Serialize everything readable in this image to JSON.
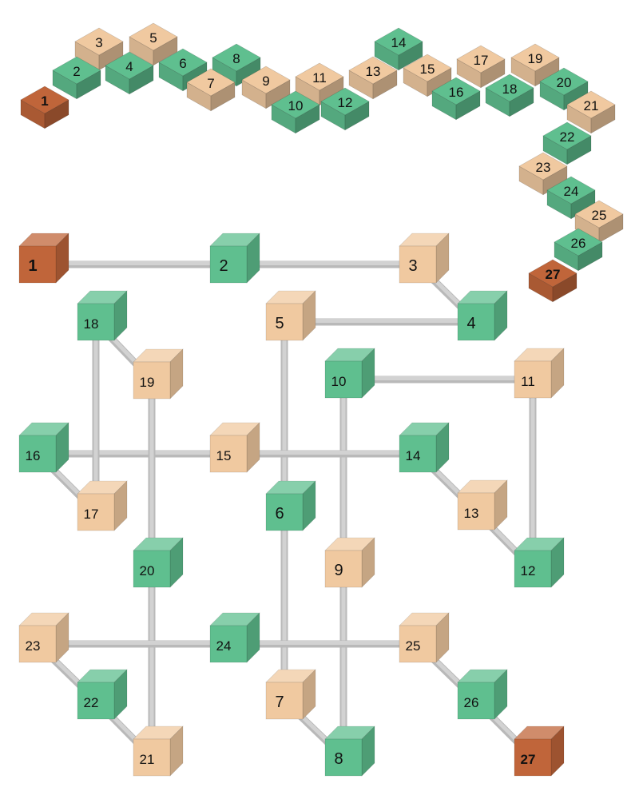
{
  "colors": {
    "green": "#5fbf8f",
    "tan": "#f0c9a0",
    "end": "#c0653a",
    "rod": "#d2d2d2",
    "background": "#ffffff"
  },
  "chain": {
    "cubes": [
      {
        "label": "1",
        "color": "end"
      },
      {
        "label": "2",
        "color": "green"
      },
      {
        "label": "3",
        "color": "tan"
      },
      {
        "label": "4",
        "color": "green"
      },
      {
        "label": "5",
        "color": "tan"
      },
      {
        "label": "6",
        "color": "green"
      },
      {
        "label": "7",
        "color": "tan"
      },
      {
        "label": "8",
        "color": "green"
      },
      {
        "label": "9",
        "color": "tan"
      },
      {
        "label": "10",
        "color": "green"
      },
      {
        "label": "11",
        "color": "tan"
      },
      {
        "label": "12",
        "color": "green"
      },
      {
        "label": "13",
        "color": "tan"
      },
      {
        "label": "14",
        "color": "green"
      },
      {
        "label": "15",
        "color": "tan"
      },
      {
        "label": "16",
        "color": "green"
      },
      {
        "label": "17",
        "color": "tan"
      },
      {
        "label": "18",
        "color": "green"
      },
      {
        "label": "19",
        "color": "tan"
      },
      {
        "label": "20",
        "color": "green"
      },
      {
        "label": "21",
        "color": "tan"
      },
      {
        "label": "22",
        "color": "green"
      },
      {
        "label": "23",
        "color": "tan"
      },
      {
        "label": "24",
        "color": "green"
      },
      {
        "label": "25",
        "color": "tan"
      },
      {
        "label": "26",
        "color": "green"
      },
      {
        "label": "27",
        "color": "end"
      }
    ]
  },
  "lattice": {
    "cubes": [
      {
        "label": "1",
        "color": "end"
      },
      {
        "label": "2",
        "color": "green"
      },
      {
        "label": "3",
        "color": "tan"
      },
      {
        "label": "4",
        "color": "green"
      },
      {
        "label": "5",
        "color": "tan"
      },
      {
        "label": "6",
        "color": "green"
      },
      {
        "label": "7",
        "color": "tan"
      },
      {
        "label": "8",
        "color": "green"
      },
      {
        "label": "9",
        "color": "tan"
      },
      {
        "label": "10",
        "color": "green"
      },
      {
        "label": "11",
        "color": "tan"
      },
      {
        "label": "12",
        "color": "green"
      },
      {
        "label": "13",
        "color": "tan"
      },
      {
        "label": "14",
        "color": "green"
      },
      {
        "label": "15",
        "color": "tan"
      },
      {
        "label": "16",
        "color": "green"
      },
      {
        "label": "17",
        "color": "tan"
      },
      {
        "label": "18",
        "color": "green"
      },
      {
        "label": "19",
        "color": "tan"
      },
      {
        "label": "20",
        "color": "green"
      },
      {
        "label": "21",
        "color": "tan"
      },
      {
        "label": "22",
        "color": "green"
      },
      {
        "label": "23",
        "color": "tan"
      },
      {
        "label": "24",
        "color": "green"
      },
      {
        "label": "25",
        "color": "tan"
      },
      {
        "label": "26",
        "color": "green"
      },
      {
        "label": "27",
        "color": "end"
      }
    ],
    "edges": [
      [
        "1",
        "2"
      ],
      [
        "2",
        "3"
      ],
      [
        "3",
        "4"
      ],
      [
        "4",
        "5"
      ],
      [
        "5",
        "6"
      ],
      [
        "6",
        "7"
      ],
      [
        "7",
        "8"
      ],
      [
        "8",
        "9"
      ],
      [
        "9",
        "10"
      ],
      [
        "10",
        "11"
      ],
      [
        "11",
        "12"
      ],
      [
        "12",
        "13"
      ],
      [
        "13",
        "14"
      ],
      [
        "14",
        "15"
      ],
      [
        "15",
        "16"
      ],
      [
        "16",
        "17"
      ],
      [
        "17",
        "18"
      ],
      [
        "18",
        "19"
      ],
      [
        "19",
        "20"
      ],
      [
        "20",
        "21"
      ],
      [
        "21",
        "22"
      ],
      [
        "22",
        "23"
      ],
      [
        "23",
        "24"
      ],
      [
        "24",
        "25"
      ],
      [
        "25",
        "26"
      ],
      [
        "26",
        "27"
      ]
    ]
  }
}
